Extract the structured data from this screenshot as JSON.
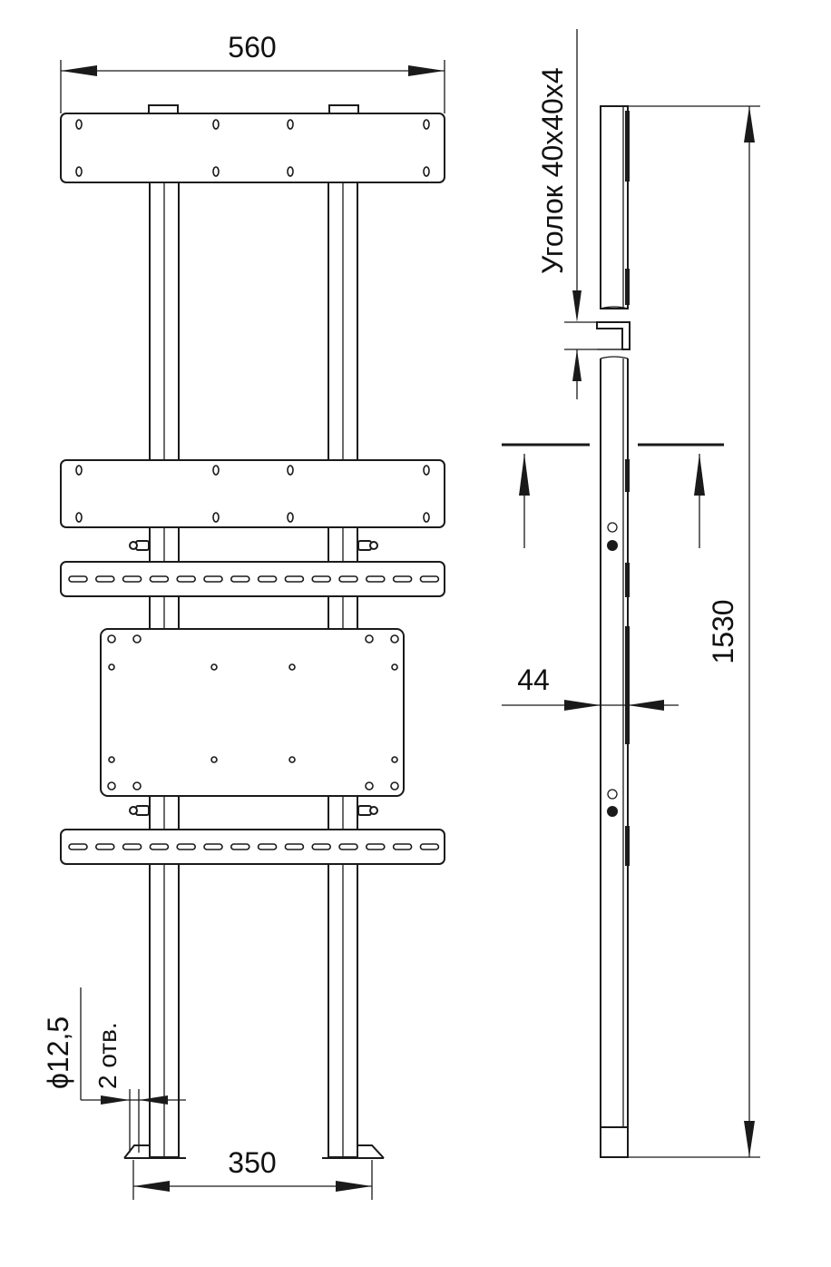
{
  "drawing": {
    "front_view": {
      "width_label": "560",
      "base_spacing_label": "350",
      "hole_diameter_label": "ϕ12,5",
      "hole_count_label": "2 отв."
    },
    "side_view": {
      "height_label": "1530",
      "depth_label": "44",
      "profile_label": "Уголок 40x40x4"
    }
  }
}
